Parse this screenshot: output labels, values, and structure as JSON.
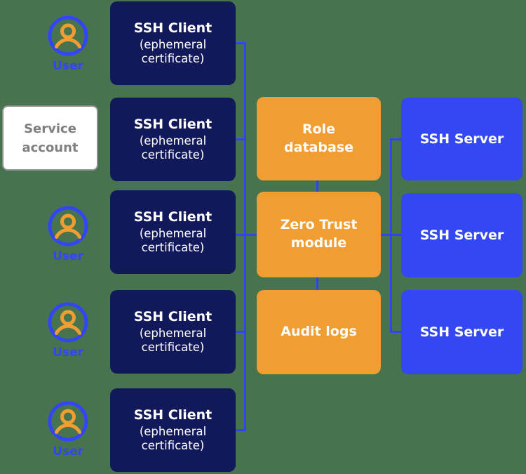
{
  "palette": {
    "background": "#47734F",
    "client_box": "#12195A",
    "control_box": "#F09D32",
    "server_box": "#3347F2",
    "connector": "#2F44EA",
    "user_accent": "#3346F5",
    "person_icon": "#F09D32",
    "service_text": "#7F7F7F",
    "service_border": "#8F8F8F",
    "box_text": "#FFFFFF"
  },
  "users": [
    {
      "label": "User"
    },
    {
      "label": "User"
    },
    {
      "label": "User"
    },
    {
      "label": "User"
    }
  ],
  "service_account": {
    "label": "Service account"
  },
  "ssh_clients": [
    {
      "title": "SSH Client",
      "subtitle": "(ephemeral certificate)"
    },
    {
      "title": "SSH Client",
      "subtitle": "(ephemeral certificate)"
    },
    {
      "title": "SSH Client",
      "subtitle": "(ephemeral certificate)"
    },
    {
      "title": "SSH Client",
      "subtitle": "(ephemeral certificate)"
    },
    {
      "title": "SSH Client",
      "subtitle": "(ephemeral certificate)"
    }
  ],
  "control_plane": [
    {
      "label": "Role database"
    },
    {
      "label": "Zero Trust module"
    },
    {
      "label": "Audit logs"
    }
  ],
  "ssh_servers": [
    {
      "label": "SSH Server"
    },
    {
      "label": "SSH Server"
    },
    {
      "label": "SSH Server"
    }
  ]
}
